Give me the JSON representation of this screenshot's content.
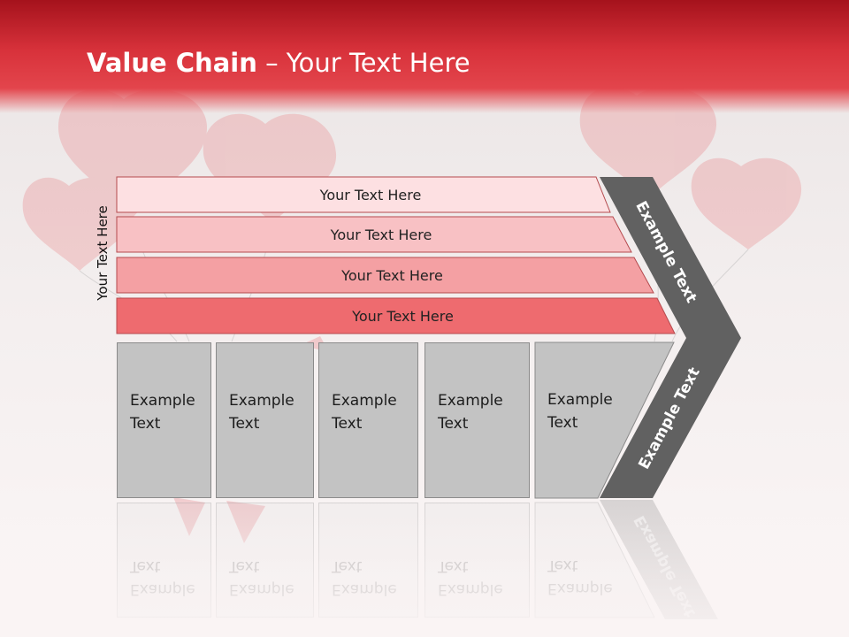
{
  "title": {
    "bold": "Value Chain",
    "rest": " – Your Text Here"
  },
  "side_label": "Your Text Here",
  "bands": [
    {
      "label": "Your Text Here",
      "color": "#fde0e2"
    },
    {
      "label": "Your Text Here",
      "color": "#f8c1c4"
    },
    {
      "label": "Your Text Here",
      "color": "#f4a0a3"
    },
    {
      "label": "Your Text Here",
      "color": "#ee6b6f"
    }
  ],
  "columns": [
    {
      "label": "Example\nText"
    },
    {
      "label": "Example\nText"
    },
    {
      "label": "Example\nText"
    },
    {
      "label": "Example\nText"
    },
    {
      "label": "Example\nText"
    }
  ],
  "arrow": {
    "top_label": "Example Text",
    "bottom_label": "Example Text",
    "color": "#616161"
  },
  "colors": {
    "header": "#d8323b",
    "column_fill": "#c3c3c3",
    "background": "#f3eeee"
  }
}
